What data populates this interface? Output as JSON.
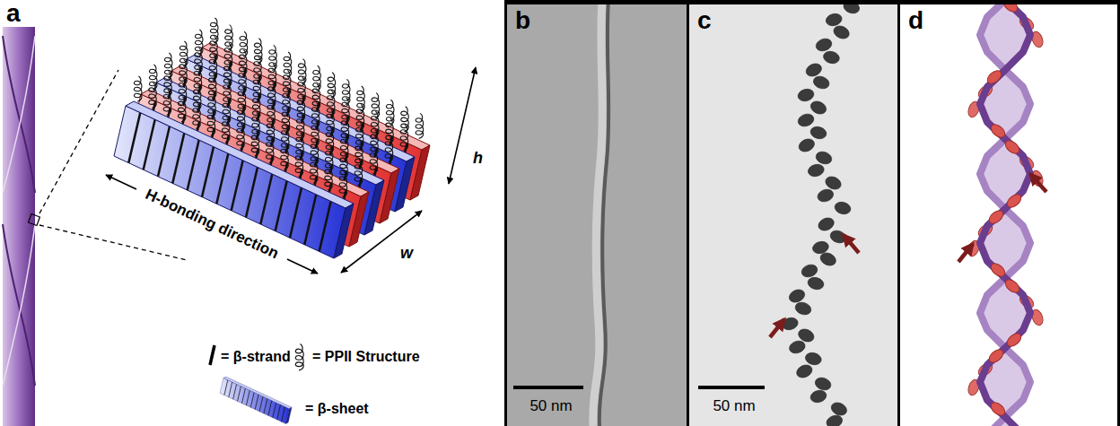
{
  "diagram": {
    "nodes": [
      {
        "text": [
          "b",
          "50 nm"
        ]
      },
      {
        "text": [
          "c",
          "50 nm"
        ]
      },
      {
        "text": [
          "d"
        ]
      }
    ],
    "labels": [
      "a",
      "H-bonding direction",
      "h",
      "w"
    ],
    "legend": [
      {
        "text": "= β-strand"
      },
      {
        "text": "= PPII Structure"
      },
      {
        "text": "= β-sheet"
      }
    ]
  }
}
